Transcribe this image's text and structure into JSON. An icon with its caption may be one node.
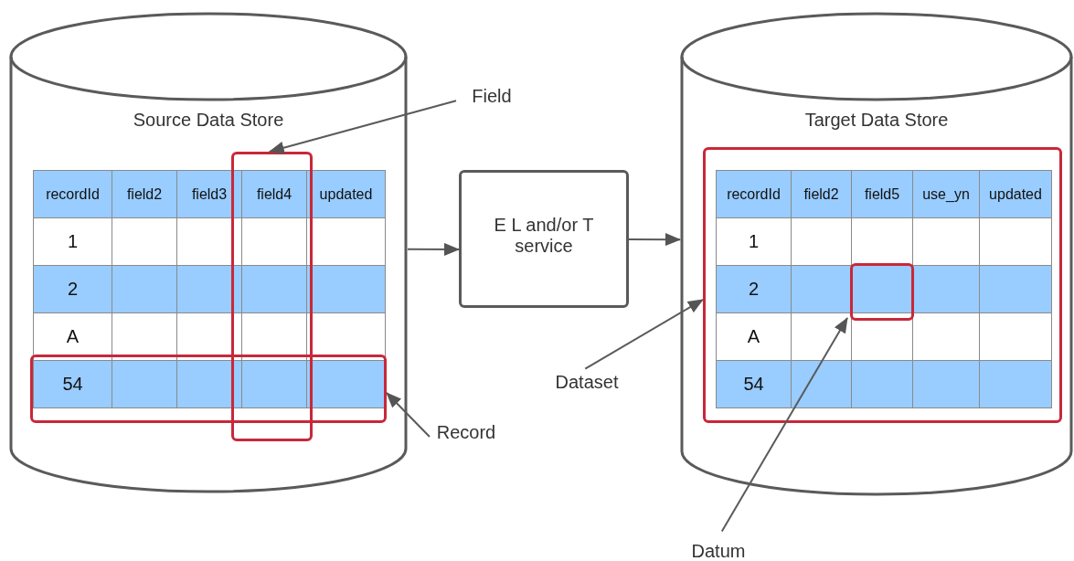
{
  "diagram": {
    "nodes": [
      {
        "text": [
          "Source Data Store"
        ]
      },
      {
        "text": [],
        "shape": "box",
        "in": 0
      },
      {
        "text": [],
        "shape": "box",
        "in": 0
      },
      {
        "text": [
          "E L and/or T service"
        ]
      },
      {
        "text": [
          "Target Data Store"
        ]
      },
      {
        "text": [],
        "shape": "box",
        "in": 4
      },
      {
        "text": [],
        "shape": "box",
        "in": 5
      },
      {
        "text": [
          "Field"
        ]
      },
      {
        "text": [
          "Record"
        ]
      },
      {
        "text": [
          "Dataset"
        ]
      },
      {
        "text": [
          "Datum"
        ]
      }
    ],
    "edges": [
      {
        "from": 0,
        "to": 3,
        "arrow": "to"
      },
      {
        "from": 3,
        "to": 4,
        "arrow": "to"
      },
      {
        "from": 7,
        "to": 1,
        "arrow": "to"
      },
      {
        "from": 8,
        "to": 2,
        "arrow": "to"
      },
      {
        "from": 9,
        "to": 5,
        "arrow": "to"
      },
      {
        "from": 10,
        "to": 6,
        "arrow": "to"
      }
    ],
    "labels": [
      "recordId",
      "field2",
      "field3",
      "field4",
      "updated",
      "1",
      "2",
      "A",
      "54",
      "recordId",
      "field2",
      "field5",
      "use_yn",
      "updated",
      "1",
      "2",
      "A",
      "54"
    ]
  }
}
